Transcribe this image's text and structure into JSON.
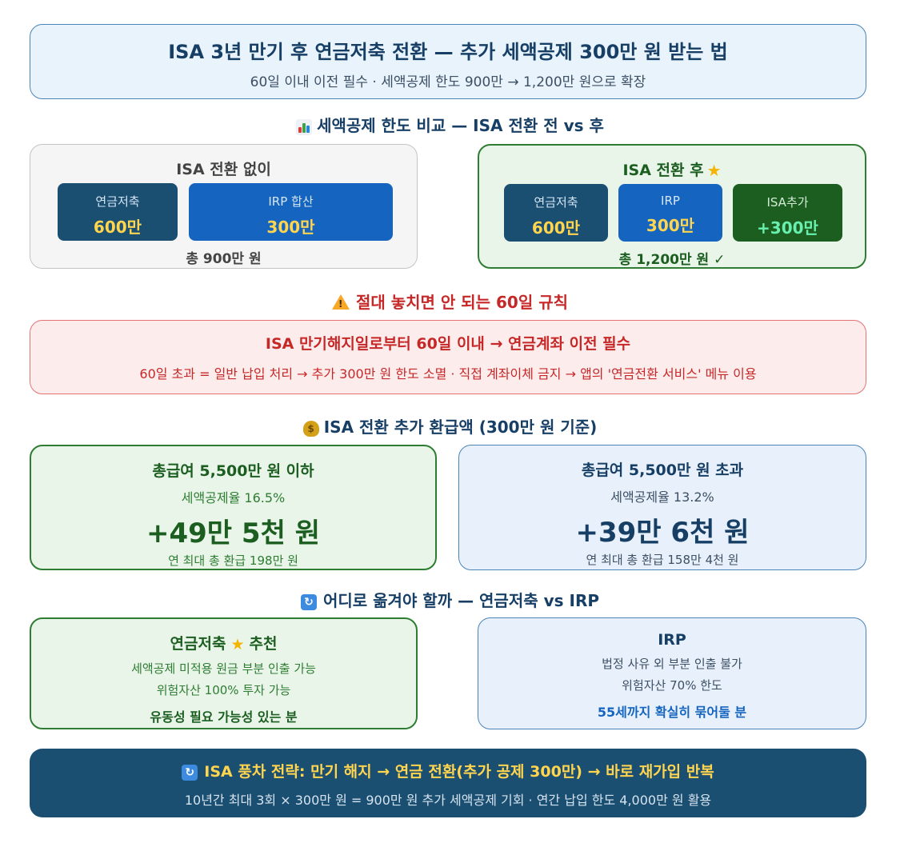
{
  "header": {
    "title": "ISA 3년 만기 후 연금저축 전환 — 추가 세액공제 300만 원 받는 법",
    "subtitle": "60일 이내 이전 필수 · 세액공제 한도 900만 → 1,200만 원으로 확장"
  },
  "compare": {
    "section_title": "세액공제 한도 비교 — ISA 전환 전 vs 후",
    "icon": "bar-chart-icon",
    "left": {
      "title": "ISA 전환 없이",
      "tiles": [
        {
          "label": "연금저축",
          "value": "600만"
        },
        {
          "label": "IRP 합산",
          "value": "300만"
        }
      ],
      "total": "총 900만 원"
    },
    "right": {
      "title": "ISA 전환 후",
      "icon": "star-icon",
      "tiles": [
        {
          "label": "연금저축",
          "value": "600만"
        },
        {
          "label": "IRP",
          "value": "300만"
        },
        {
          "label": "ISA추가",
          "value": "+300만"
        }
      ],
      "total": "총 1,200만 원 ✓"
    }
  },
  "warning": {
    "section_title": "절대 놓치면 안 되는 60일 규칙",
    "icon": "warning-icon",
    "title": "ISA 만기해지일로부터 60일 이내 → 연금계좌 이전 필수",
    "text": "60일 초과 = 일반 납입 처리 → 추가 300만 원 한도 소멸 · 직접 계좌이체 금지 → 앱의 '연금전환 서비스' 메뉴 이용"
  },
  "refund": {
    "section_title": "ISA 전환 추가 환급액 (300만 원 기준)",
    "icon": "money-bag-icon",
    "left": {
      "heading": "총급여 5,500만 원 이하",
      "rate": "세액공제율 16.5%",
      "amount": "+49만 5천 원",
      "note": "연 최대 총 환급 198만 원"
    },
    "right": {
      "heading": "총급여 5,500만 원 초과",
      "rate": "세액공제율 13.2%",
      "amount": "+39만 6천 원",
      "note": "연 최대 총 환급 158만 4천 원"
    }
  },
  "where": {
    "section_title": "어디로 옮겨야 할까 — 연금저축 vs IRP",
    "icon": "cycle-icon",
    "left": {
      "title_a": "연금저축",
      "title_b": "추천",
      "icon": "star-icon",
      "line1": "세액공제 미적용 원금 부분 인출 가능",
      "line2": "위험자산 100% 투자 가능",
      "bottom": "유동성 필요 가능성 있는 분"
    },
    "right": {
      "title": "IRP",
      "line1": "법정 사유 외 부분 인출 불가",
      "line2": "위험자산 70% 한도",
      "bottom": "55세까지 확실히 묶어둘 분"
    }
  },
  "strategy": {
    "icon": "cycle-icon",
    "title": "ISA 풍차 전략: 만기 해지 → 연금 전환(추가 공제 300만) → 바로 재가입 반복",
    "text": "10년간 최대 3회 × 300만 원 = 900만 원 추가 세액공제 기회 · 연간 납입 한도 4,000만 원 활용"
  },
  "colors": {
    "navy": "#1b4f72",
    "blue": "#1565c0",
    "green": "#1b5e20",
    "red": "#c62828",
    "gold": "#ffd54f"
  }
}
